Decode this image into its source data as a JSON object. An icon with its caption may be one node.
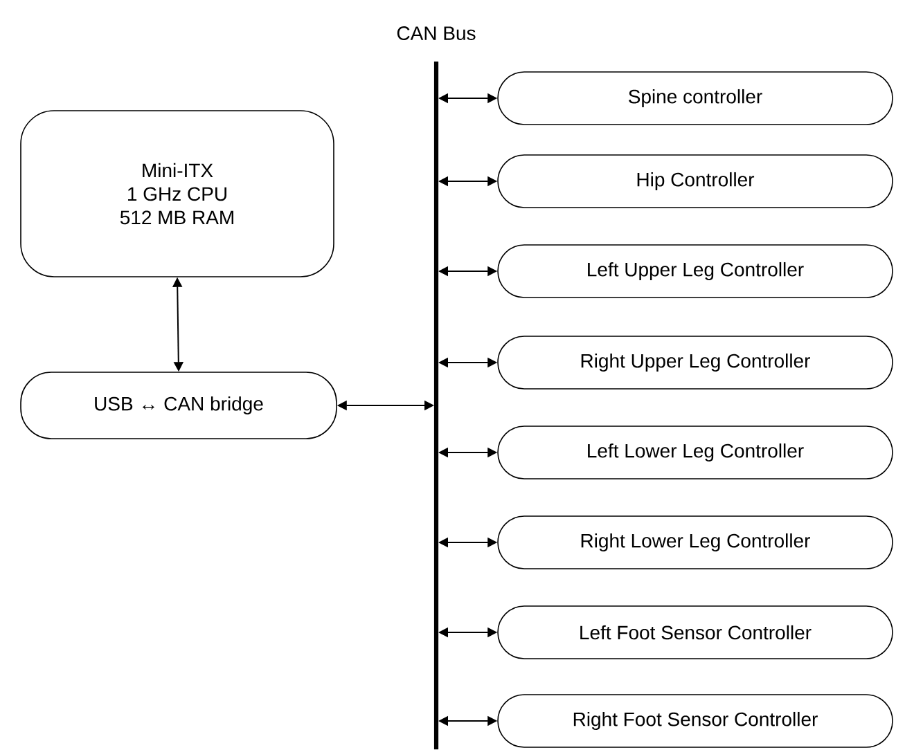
{
  "diagram": {
    "nodes": [
      {
        "text": [
          "Mini-ITX",
          "1 GHz CPU",
          "512 MB RAM"
        ]
      },
      {
        "text": [
          "CAN Bus"
        ]
      },
      {
        "text": [
          "USB ↔ CAN bridge"
        ]
      },
      {
        "text": [
          "Spine controller"
        ]
      },
      {
        "text": [
          "Hip Controller"
        ]
      },
      {
        "text": [
          "Left Upper Leg Controller"
        ]
      },
      {
        "text": [
          "Right Upper Leg Controller"
        ]
      },
      {
        "text": [
          "Left Lower Leg Controller"
        ]
      },
      {
        "text": [
          "Right Lower Leg Controller"
        ]
      },
      {
        "text": [
          "Left Foot Sensor Controller"
        ]
      },
      {
        "text": [
          "Right Foot Sensor Controller"
        ]
      }
    ],
    "edges": [
      {
        "from": 0,
        "to": 2,
        "arrow": "both"
      },
      {
        "from": 2,
        "to": 1,
        "arrow": "both"
      },
      {
        "from": 1,
        "to": 3,
        "arrow": "both"
      },
      {
        "from": 1,
        "to": 4,
        "arrow": "both"
      },
      {
        "from": 1,
        "to": 5,
        "arrow": "both"
      },
      {
        "from": 1,
        "to": 6,
        "arrow": "both"
      },
      {
        "from": 1,
        "to": 7,
        "arrow": "both"
      },
      {
        "from": 1,
        "to": 8,
        "arrow": "both"
      },
      {
        "from": 1,
        "to": 9,
        "arrow": "both"
      },
      {
        "from": 1,
        "to": 10,
        "arrow": "both"
      }
    ]
  }
}
